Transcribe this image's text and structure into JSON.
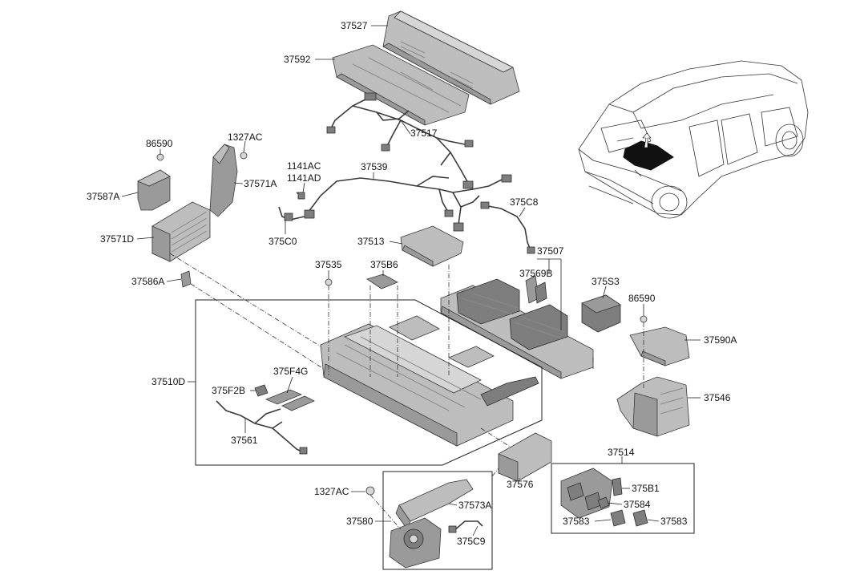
{
  "labels": {
    "p37527": "37527",
    "p37592": "37592",
    "p37517": "37517",
    "p86590a": "86590",
    "p1327ACa": "1327AC",
    "p37587A": "37587A",
    "p37571A": "37571A",
    "p1141AC": "1141AC",
    "p1141AD": "1141AD",
    "p37539": "37539",
    "p375C8": "375C8",
    "p37571D": "37571D",
    "p375C0": "375C0",
    "p37513": "37513",
    "p37507": "37507",
    "p37535": "37535",
    "p375B6": "375B6",
    "p37569B": "37569B",
    "p37586A": "37586A",
    "p375S3": "375S3",
    "p86590b": "86590",
    "p37590A": "37590A",
    "p37510D": "37510D",
    "p375F4G": "375F4G",
    "p375F2B": "375F2B",
    "p37546": "37546",
    "p37561": "37561",
    "p37514": "37514",
    "p37576": "37576",
    "p1327ACb": "1327AC",
    "p37573A": "37573A",
    "p375B1": "375B1",
    "p37584": "37584",
    "p37580": "37580",
    "p37583a": "37583",
    "p37583b": "37583",
    "p375C9": "375C9"
  }
}
